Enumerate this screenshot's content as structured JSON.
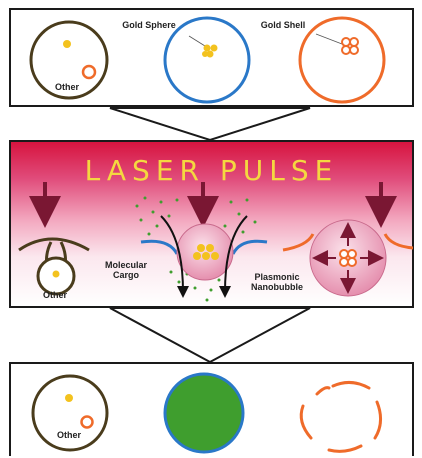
{
  "top": {
    "gold_sphere_label": "Gold Sphere",
    "gold_shell_label": "Gold Shell",
    "other_label": "Other"
  },
  "middle": {
    "laser_label": "LASER PULSE",
    "molecular_cargo_label": "Molecular Cargo",
    "plasmonic_nanobubble_label": "Plasmonic Nanobubble",
    "other_label": "Other"
  },
  "bottom": {
    "other_label": "Other"
  },
  "colors": {
    "other_cell": "#4a3c1c",
    "sphere_cell": "#2a78c8",
    "shell_cell": "#ef6b2a",
    "gold": "#f3c21e",
    "arrow": "#7a1733",
    "cargo_green": "#3f9e2e",
    "laser_text": "#f4d840"
  }
}
